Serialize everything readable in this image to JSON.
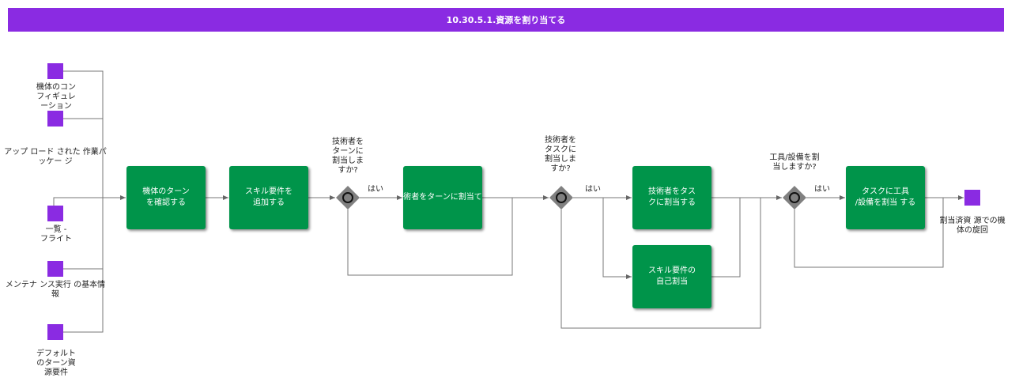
{
  "title": "10.30.5.1.資源を割り当てる",
  "inputs": [
    {
      "label": "機体のコン\nフィギュレ\nーション"
    },
    {
      "label": "アップ ロード された 作業パ\nッケー ジ"
    },
    {
      "label": "一覧 -\nフライト"
    },
    {
      "label": "メンテナ ンス実行 の基本情\n報"
    },
    {
      "label": "デフォルト\nのターン資\n源要件"
    }
  ],
  "tasks": [
    {
      "label": "機体のターン\nを確認する"
    },
    {
      "label": "スキル要件を\n追加する"
    },
    {
      "label": "技術者をターンに割当てる"
    },
    {
      "label": "技術者をタス\nクに割当する"
    },
    {
      "label": "スキル要件の\n自己割当"
    },
    {
      "label": "タスクに工具\n/設備を割当 する"
    }
  ],
  "gateways": [
    {
      "question": "技術者を\nターンに\n割当しま\nすか?",
      "yes": "はい"
    },
    {
      "question": "技術者を\nタスクに\n割当しま\nすか?",
      "yes": "はい"
    },
    {
      "question": "工具/設備を割\n当しますか?",
      "yes": "はい"
    }
  ],
  "output": {
    "label": "割当済資 源での機\n体の旋回"
  },
  "colors": {
    "header": "#8a2be2",
    "task": "#00944a",
    "data": "#8a2be2",
    "gateway": "#808080"
  }
}
